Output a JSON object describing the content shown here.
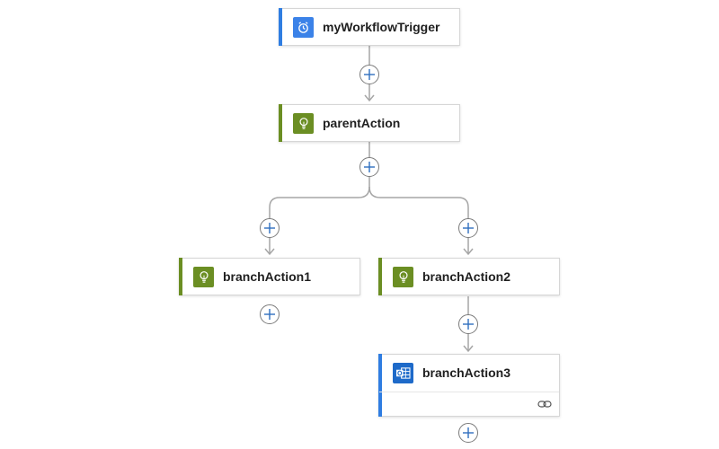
{
  "workflow": {
    "trigger": {
      "title": "myWorkflowTrigger",
      "icon": "timer-icon",
      "accent": "#2f7de1"
    },
    "parent_action": {
      "title": "parentAction",
      "icon": "bulb-icon",
      "accent": "#6b8e23"
    },
    "branch_action_1": {
      "title": "branchAction1",
      "icon": "bulb-icon",
      "accent": "#6b8e23"
    },
    "branch_action_2": {
      "title": "branchAction2",
      "icon": "bulb-icon",
      "accent": "#6b8e23"
    },
    "branch_action_3": {
      "title": "branchAction3",
      "icon": "outlook-icon",
      "accent": "#2f7de1",
      "footer_icon": "link-icon"
    }
  },
  "colors": {
    "connector": "#9b9b9b",
    "add_button_plus": "#2f6fbe"
  }
}
